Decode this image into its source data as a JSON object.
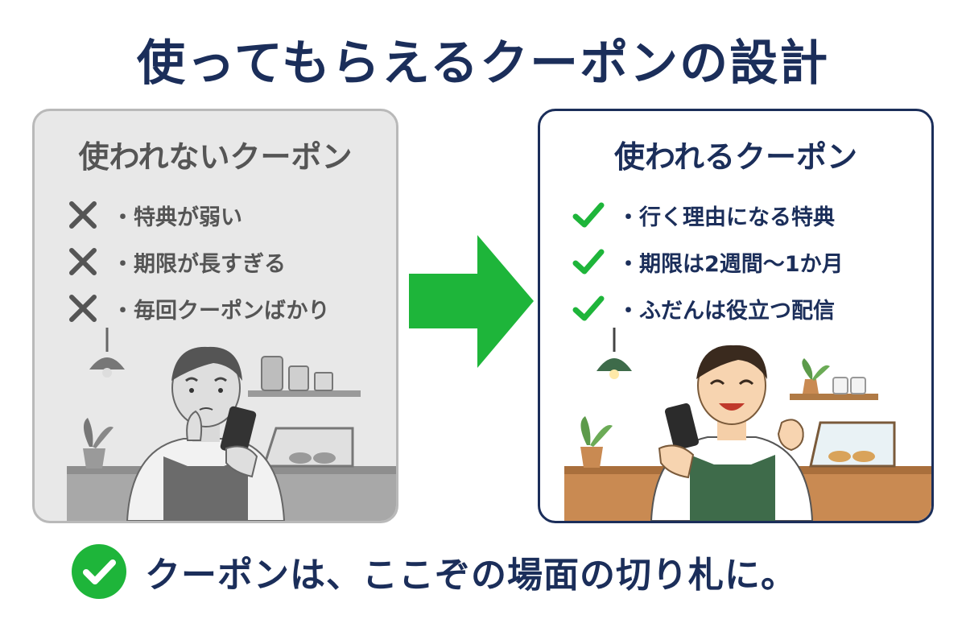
{
  "title": "使ってもらえるクーポンの設計",
  "bad_panel": {
    "heading": "使われないクーポン",
    "items": [
      "・特典が弱い",
      "・期限が長すぎる",
      "・毎回クーポンばかり"
    ]
  },
  "good_panel": {
    "heading": "使われるクーポン",
    "items": [
      "・行く理由になる特典",
      "・期限は2週間〜1か月",
      "・ふだんは役立つ配信"
    ]
  },
  "conclusion": "クーポンは、ここぞの場面の切り札に。",
  "colors": {
    "navy": "#1b2e5a",
    "green": "#1eb53a",
    "bad_gray": "#555555",
    "apron_green": "#3e6b4a"
  },
  "icons": {
    "bad_mark": "x-mark-icon",
    "good_mark": "check-mark-icon",
    "arrow": "right-arrow-icon"
  }
}
